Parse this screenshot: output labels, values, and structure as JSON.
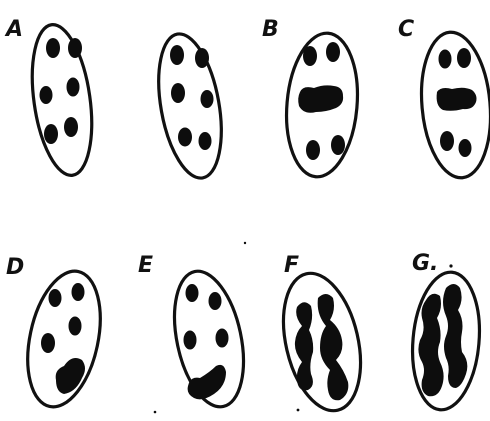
{
  "figure": {
    "panels": [
      {
        "id": "A",
        "label": "A"
      },
      {
        "id": "B",
        "label": "B"
      },
      {
        "id": "C",
        "label": "C"
      },
      {
        "id": "D",
        "label": "D"
      },
      {
        "id": "E",
        "label": "E"
      },
      {
        "id": "F",
        "label": "F"
      },
      {
        "id": "G",
        "label": "G."
      }
    ]
  }
}
